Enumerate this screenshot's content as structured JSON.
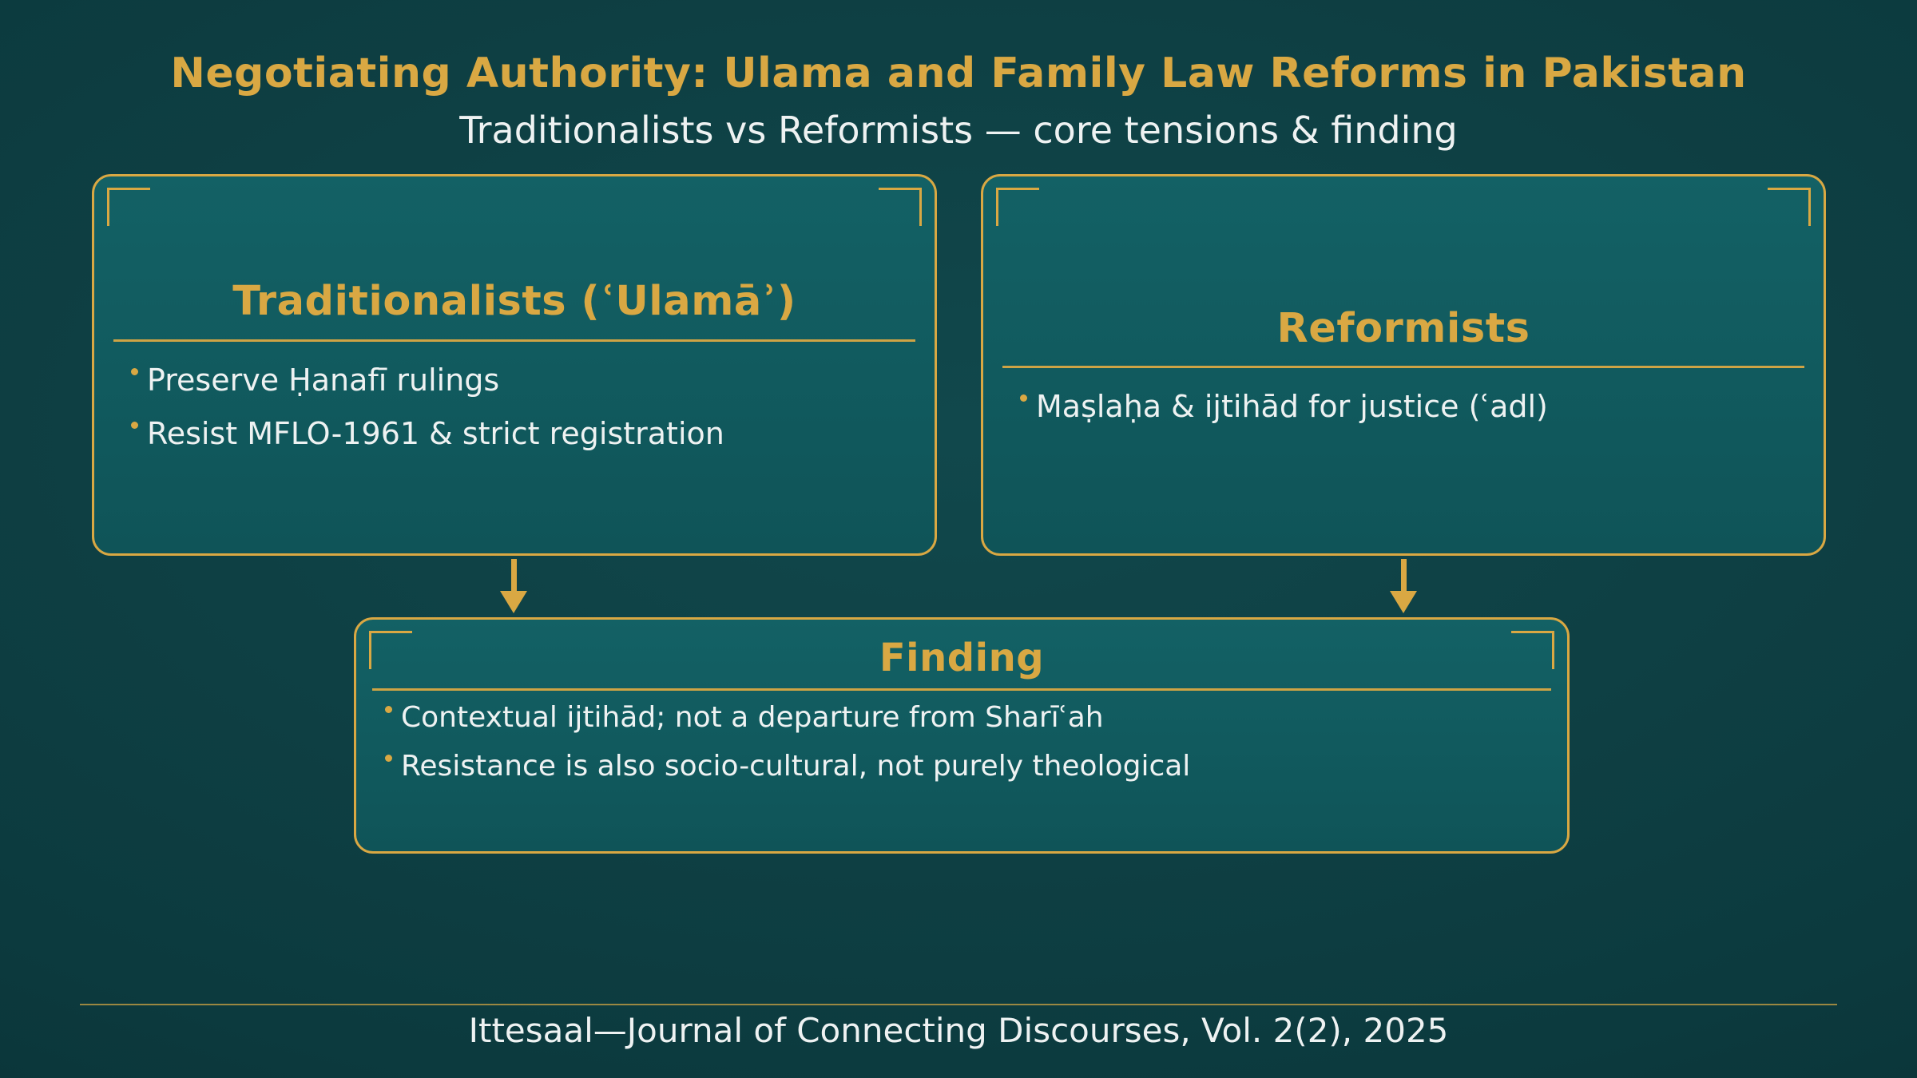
{
  "slide": {
    "title": "Negotiating Authority: Ulama and Family Law Reforms in Pakistan",
    "subtitle": "Traditionalists vs Reformists — core tensions & finding",
    "footer": "Ittesaal—Journal of Connecting Discourses, Vol. 2(2), 2025"
  },
  "boxes": {
    "traditionalists": {
      "title": "Traditionalists (ʿUlamāʾ)",
      "bullets": [
        "Preserve Ḥanafī rulings",
        "Resist MFLO-1961 & strict registration"
      ]
    },
    "reformists": {
      "title": "Reformists",
      "bullets": [
        "Maṣlaḥa & ijtihād for justice (ʿadl)"
      ]
    },
    "finding": {
      "title": "Finding",
      "bullets": [
        "Contextual ijtihād; not a departure from Sharīʿah",
        "Resistance is also socio-cultural, not purely theological"
      ]
    }
  },
  "icons": {
    "down_arrow": "gold downward arrow connector",
    "corner_bracket": "decorative gold corner bracket",
    "bullet": "small gold dot"
  },
  "colors": {
    "accent_gold": "#d9a843",
    "box_fill": "#0f5458",
    "bg_center": "#11484c",
    "bg_mid": "#0c3a3e",
    "bg_edge": "#07292d",
    "text": "#eef2f2"
  }
}
